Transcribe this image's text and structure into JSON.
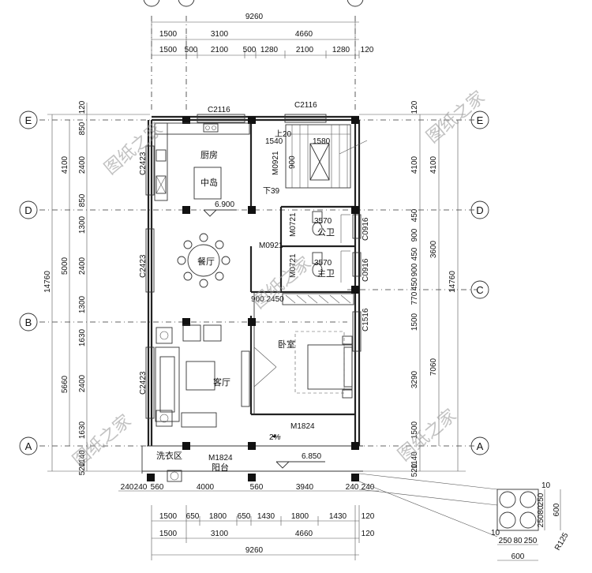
{
  "dims_top": {
    "total": "9260",
    "row1": [
      "1500",
      "3100",
      "4660"
    ],
    "row2": [
      "1500",
      "500",
      "2100",
      "500",
      "1280",
      "2100",
      "1280",
      "120"
    ]
  },
  "dims_bottom": {
    "detail": [
      "240",
      "240",
      "560",
      "4000",
      "560",
      "3940",
      "240",
      "240"
    ],
    "row1": [
      "1500",
      "650",
      "1800",
      "650",
      "1430",
      "1800",
      "1430",
      "120"
    ],
    "row2": [
      "1500",
      "3100",
      "4660",
      "120"
    ],
    "total": "9260"
  },
  "dims_left": {
    "total": "14760",
    "group": [
      "4100",
      "5000",
      "5660"
    ],
    "detail": [
      "120",
      "850",
      "2400",
      "850",
      "1300",
      "2400",
      "1300",
      "1630",
      "2400",
      "1630",
      "1140",
      "520"
    ]
  },
  "dims_right": {
    "total": "14760",
    "group": [
      "4100",
      "3600",
      "7060"
    ],
    "detail": [
      "120",
      "4100",
      "450",
      "900",
      "450",
      "450",
      "900",
      "450",
      "770",
      "1500",
      "3290",
      "1500",
      "1140",
      "520"
    ]
  },
  "axes": [
    "E",
    "D",
    "C",
    "B",
    "A"
  ],
  "rooms": {
    "kitchen": "厨房",
    "island": "中岛",
    "dining": "餐厅",
    "living": "客厅",
    "bedroom": "卧室",
    "public_bath": "公卫",
    "master_bath": "主卫",
    "laundry": "洗衣区",
    "balcony": "阳台"
  },
  "labels": {
    "window_top_left": "C2116",
    "window_top_right": "C2116",
    "window_left_1": "C2423",
    "window_left_2": "C2423",
    "window_left_3": "C2423",
    "door_stair": "M0921",
    "door_hall": "M0921",
    "door_bath1": "M0721",
    "door_bath2": "M0721",
    "window_bath1": "C0916",
    "window_bath2": "C0916",
    "window_bed": "C1516",
    "door_bed": "M1824",
    "door_balcony": "M1824",
    "level_main": "6.900",
    "level_balcony": "6.850",
    "stair_up": "上20",
    "stair_down": "下39",
    "slope": "2%",
    "stair_w1": "1540",
    "stair_w2": "1580",
    "stair_h": "900",
    "bath_dim_1": "3570",
    "bath_dim_2": "3570",
    "hall_dims": "900 2450"
  },
  "detail_box": {
    "dims_bottom": [
      "250",
      "80",
      "250"
    ],
    "dims_bottom_total": "600",
    "dims_right": [
      "250",
      "80",
      "250"
    ],
    "dims_right_total": "600",
    "top_gap": "10",
    "side_gap": "10",
    "radius": "R125"
  },
  "watermark": "图纸之家"
}
